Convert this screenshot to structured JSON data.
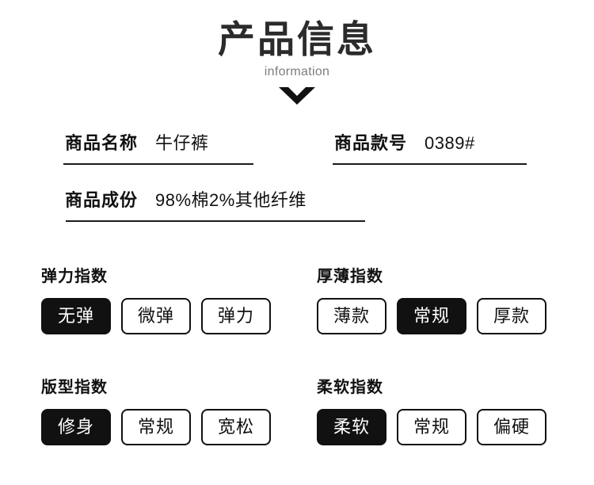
{
  "header": {
    "title": "产品信息",
    "subtitle": "information",
    "chevron_icon": "chevron-down-icon"
  },
  "info": {
    "rows": [
      {
        "cells": [
          {
            "label": "商品名称",
            "value": "牛仔裤"
          },
          {
            "label": "商品款号",
            "value": "0389#"
          }
        ]
      },
      {
        "cells": [
          {
            "label": "商品成份",
            "value": "98%棉2%其他纤维"
          }
        ]
      }
    ]
  },
  "indexes": [
    {
      "title": "弹力指数",
      "options": [
        {
          "label": "无弹",
          "selected": true
        },
        {
          "label": "微弹",
          "selected": false
        },
        {
          "label": "弹力",
          "selected": false
        }
      ]
    },
    {
      "title": "厚薄指数",
      "options": [
        {
          "label": "薄款",
          "selected": false
        },
        {
          "label": "常规",
          "selected": true
        },
        {
          "label": "厚款",
          "selected": false
        }
      ]
    },
    {
      "title": "版型指数",
      "options": [
        {
          "label": "修身",
          "selected": true
        },
        {
          "label": "常规",
          "selected": false
        },
        {
          "label": "宽松",
          "selected": false
        }
      ]
    },
    {
      "title": "柔软指数",
      "options": [
        {
          "label": "柔软",
          "selected": true
        },
        {
          "label": "常规",
          "selected": false
        },
        {
          "label": "偏硬",
          "selected": false
        }
      ]
    }
  ],
  "colors": {
    "ink": "#111111",
    "title_ink": "#2b2b2b",
    "subtitle_ink": "#7d7d7d",
    "background": "#ffffff",
    "selected_bg": "#111111",
    "selected_text": "#ffffff"
  }
}
